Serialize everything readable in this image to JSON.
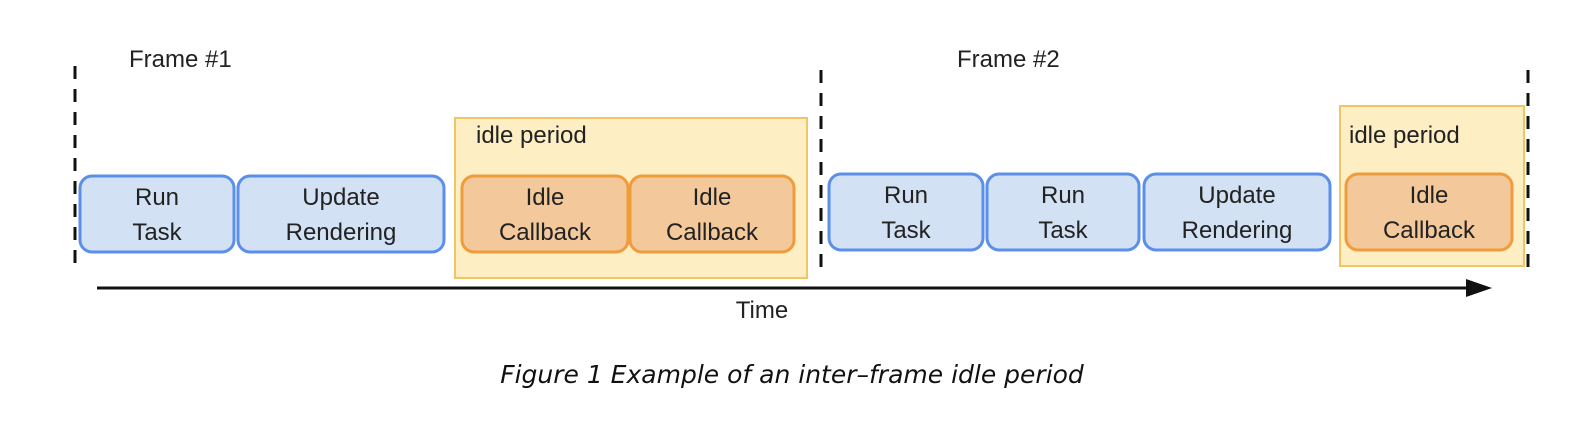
{
  "frames": [
    {
      "label": "Frame #1"
    },
    {
      "label": "Frame #2"
    }
  ],
  "idle_periods": [
    {
      "label": "idle period"
    },
    {
      "label": "idle period"
    }
  ],
  "tasks": [
    {
      "kind": "task",
      "lines": [
        "Run",
        "Task"
      ]
    },
    {
      "kind": "task",
      "lines": [
        "Update",
        "Rendering"
      ]
    },
    {
      "kind": "idle",
      "lines": [
        "Idle",
        "Callback"
      ]
    },
    {
      "kind": "idle",
      "lines": [
        "Idle",
        "Callback"
      ]
    },
    {
      "kind": "task",
      "lines": [
        "Run",
        "Task"
      ]
    },
    {
      "kind": "task",
      "lines": [
        "Run",
        "Task"
      ]
    },
    {
      "kind": "task",
      "lines": [
        "Update",
        "Rendering"
      ]
    },
    {
      "kind": "idle",
      "lines": [
        "Idle",
        "Callback"
      ]
    }
  ],
  "axis": {
    "label": "Time"
  },
  "caption": "Figure 1 Example of an inter–frame idle period",
  "colors": {
    "task_fill": "#d2e1f3",
    "task_stroke": "#5b8fe8",
    "idle_fill": "#f3c89b",
    "idle_stroke": "#ef9c3c",
    "period_fill": "#fdeec4",
    "period_stroke": "#f1c566",
    "line": "#111111"
  }
}
